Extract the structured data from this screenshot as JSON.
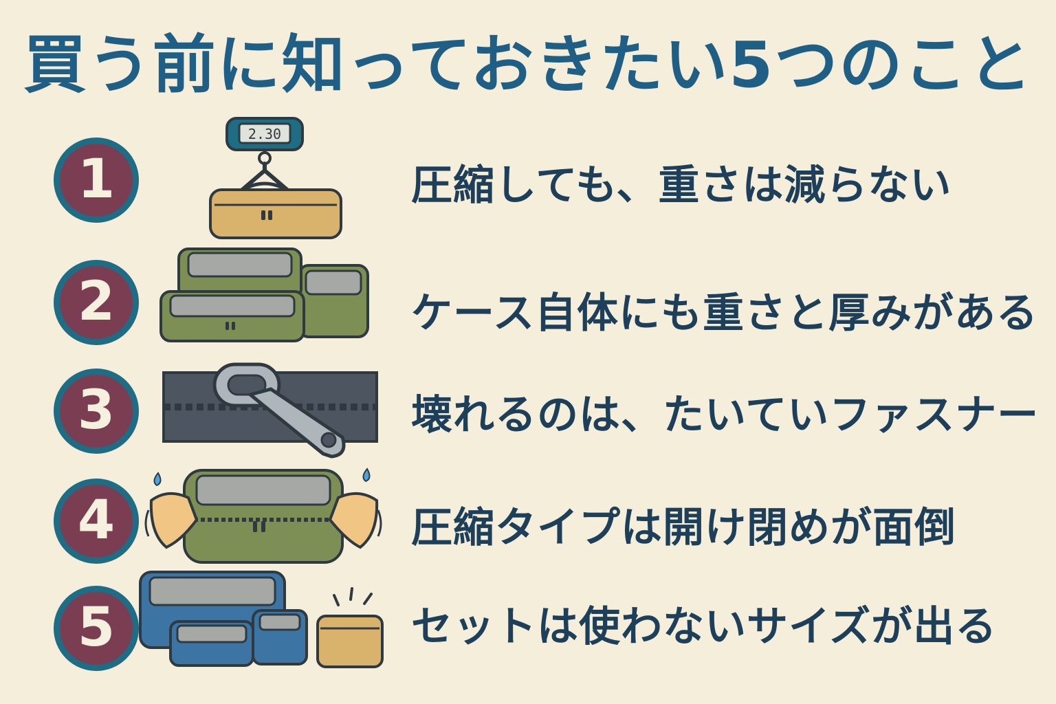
{
  "colors": {
    "background": "#f4eedb",
    "title": "#1f5f86",
    "text": "#1e3f5a",
    "badge_fill": "#7b3d52",
    "badge_ring": "#1f6c85",
    "badge_text": "#f6f0df",
    "outline": "#2f3a40",
    "olive": "#7d8f55",
    "tan": "#d9b26b",
    "blue": "#3c74a4",
    "steel": "#4d5660",
    "silver": "#aeb5bb",
    "mesh": "#a6a8a5",
    "skin": "#f1c584",
    "scale_blue": "#1f6c85",
    "drop": "#4aa3d9"
  },
  "title": "買う前に知っておきたい5つのこと",
  "items": [
    {
      "number": "1",
      "text": "圧縮しても、重さは減らない",
      "illustration": "luggage-scale-icon",
      "scale_display": "2.30"
    },
    {
      "number": "2",
      "text": "ケース自体にも重さと厚みがある",
      "illustration": "stacked-cases-icon"
    },
    {
      "number": "3",
      "text": "壊れるのは、たいていファスナー",
      "illustration": "zipper-pull-icon"
    },
    {
      "number": "4",
      "text": "圧縮タイプは開け閉めが面倒",
      "illustration": "compress-case-hands-icon"
    },
    {
      "number": "5",
      "text": "セットは使わないサイズが出る",
      "illustration": "case-set-icon"
    }
  ]
}
